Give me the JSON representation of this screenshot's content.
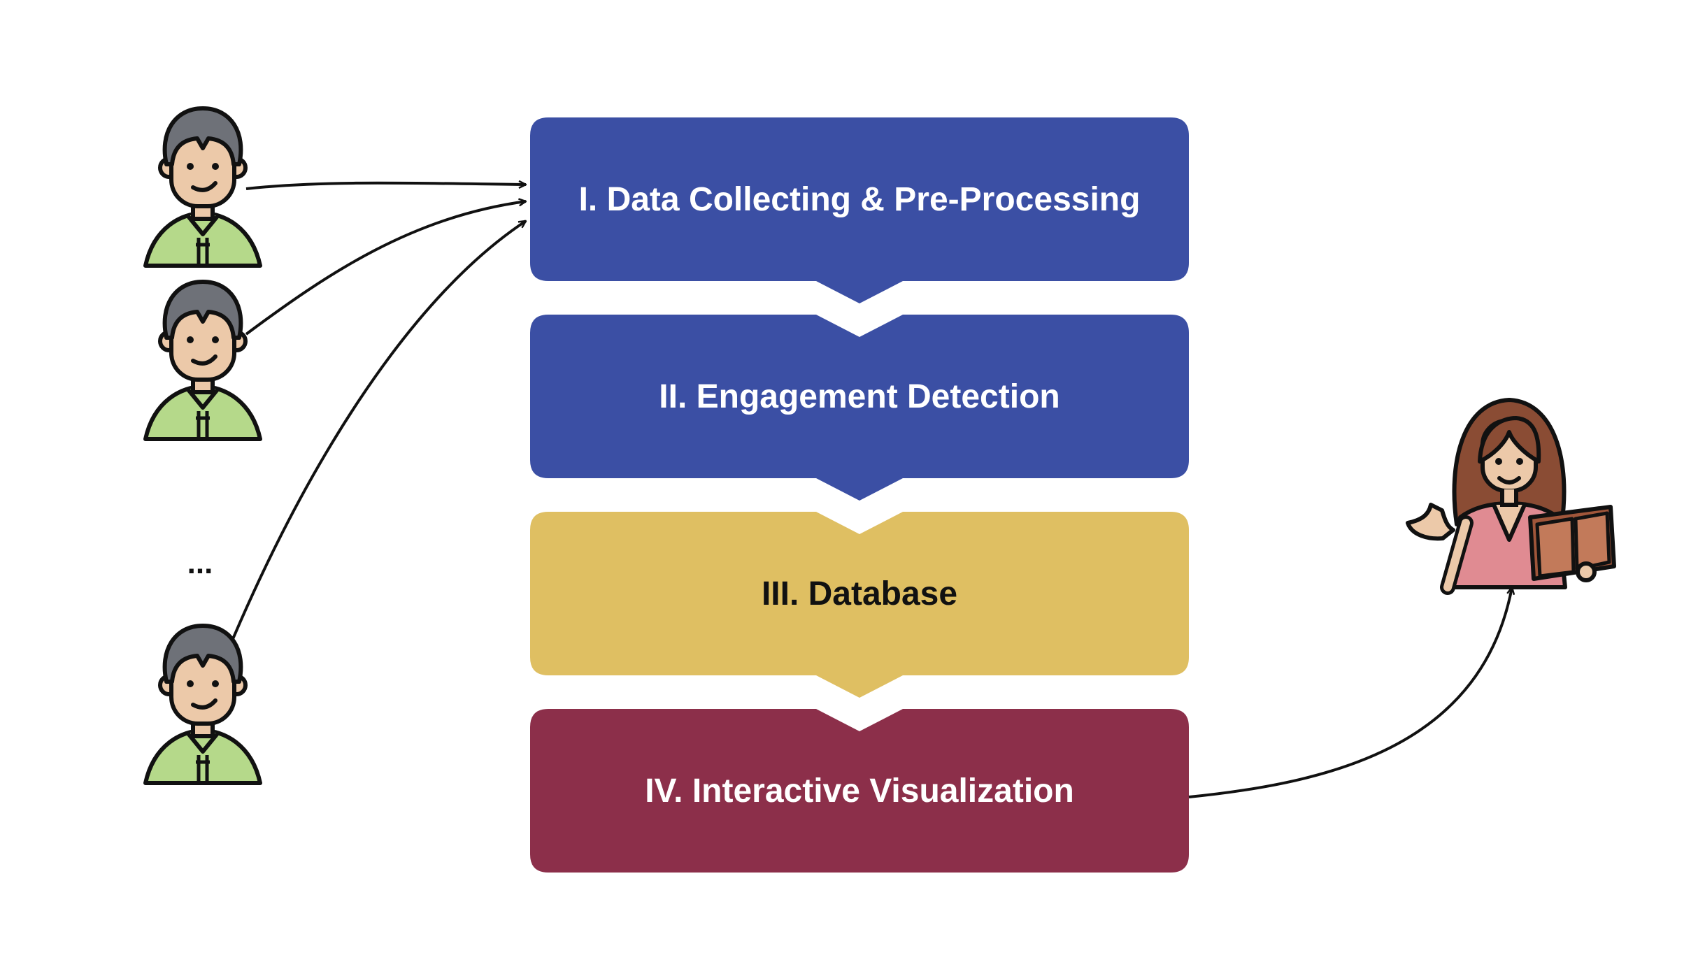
{
  "stages": [
    {
      "label": "I. Data Collecting & Pre-Processing",
      "fill": "#3b4fa4",
      "text_color": "#ffffff"
    },
    {
      "label": "II. Engagement Detection",
      "fill": "#3b4fa4",
      "text_color": "#ffffff"
    },
    {
      "label": "III. Database",
      "fill": "#dfbf62",
      "text_color": "#111111"
    },
    {
      "label": "IV. Interactive Visualization",
      "fill": "#8c2f4a",
      "text_color": "#ffffff"
    }
  ],
  "students": {
    "ellipsis": "...",
    "icon": "student-avatar-icon"
  },
  "teacher": {
    "icon": "teacher-with-book-icon"
  },
  "colors": {
    "arrow": "#111111",
    "student_hair": "#6e7178",
    "student_skin": "#ecc9a9",
    "student_shirt": "#b5d98a",
    "teacher_hair": "#8a4c34",
    "teacher_dress": "#e08b92",
    "book": "#a0563a"
  }
}
